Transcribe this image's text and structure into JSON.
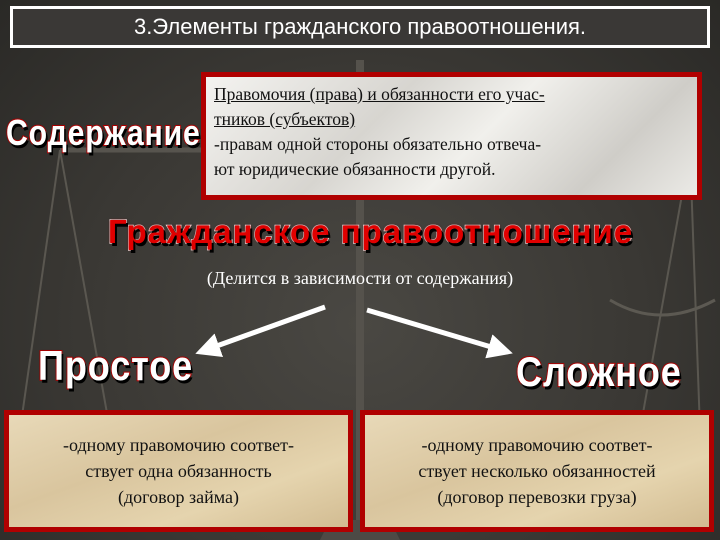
{
  "title": "3.Элементы гражданского правоотношения.",
  "content_label": "Содержание",
  "content_box": {
    "line1": "Правомочия (права) и обязанности его учас-",
    "line2": "тников (субъектов)",
    "line3": "-правам одной стороны обязательно отвеча-",
    "line4": "ют юридические обязанности другой."
  },
  "center_title": "Гражданское правоотношение",
  "division_note": "(Делится в зависимости от содержания)",
  "simple": {
    "label": "Простое",
    "line1": "-одному правомочию соответ-",
    "line2": "ствует одна обязанность",
    "line3": "(договор займа)"
  },
  "complex": {
    "label": "Сложное",
    "line1": "-одному правомочию соответ-",
    "line2": "ствует несколько обязанностей",
    "line3": "(договор перевозки груза)"
  },
  "colors": {
    "frame_red": "#b00000",
    "wordart_red": "#e00000",
    "background": "#3a3834"
  }
}
